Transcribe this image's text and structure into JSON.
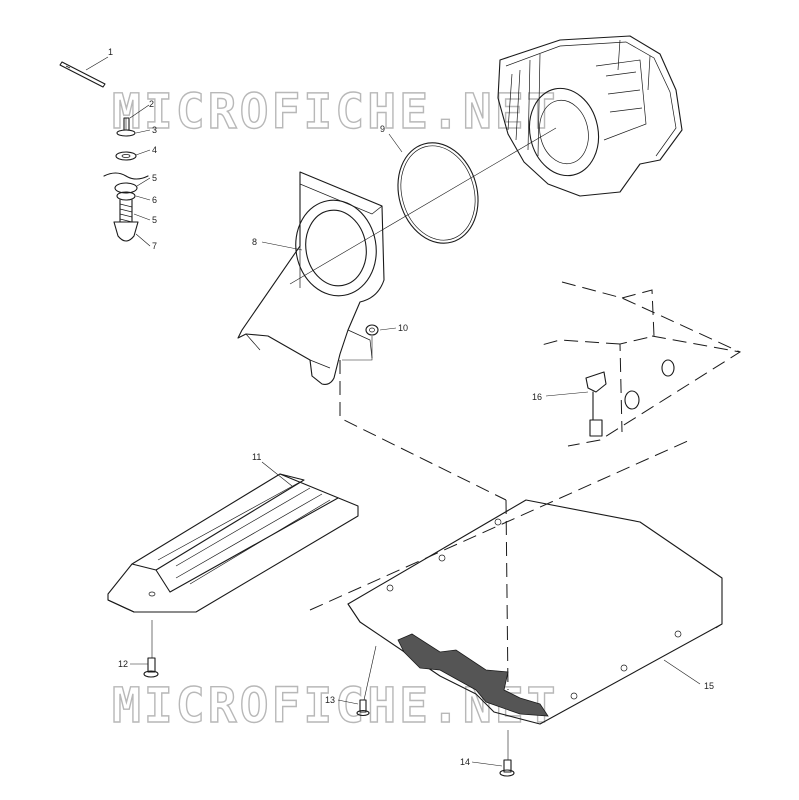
{
  "watermark": {
    "text": "MICROFICHE.NET"
  },
  "callouts": {
    "c1": "1",
    "c2": "2",
    "c3": "3",
    "c4": "4",
    "c5a": "5",
    "c6": "6",
    "c5b": "5",
    "c7": "7",
    "c8": "8",
    "c9": "9",
    "c10": "10",
    "c11": "11",
    "c12": "12",
    "c13": "13",
    "c14": "14",
    "c15": "15",
    "c16": "16"
  },
  "colors": {
    "line": "#1a1a1a",
    "watermark": "#b8b8b8",
    "grip_fill": "#555555"
  }
}
